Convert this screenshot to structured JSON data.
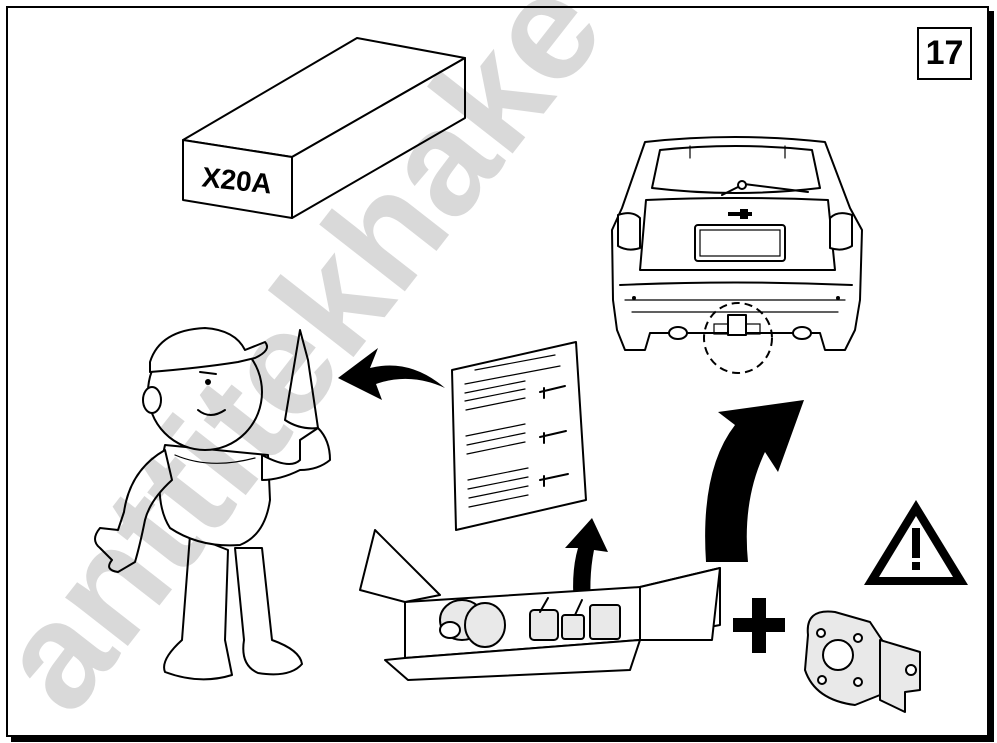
{
  "page_number": "17",
  "box_label": "X20A",
  "watermark": "anttitekhake",
  "icons": {
    "box": "package-box",
    "car": "car-rear-view",
    "person": "mechanic-reading-instructions",
    "manual": "instruction-sheet",
    "kit": "open-parts-box",
    "warning": "warning-triangle",
    "plus": "plus-sign",
    "bracket": "socket-bracket"
  },
  "colors": {
    "ink": "#000000",
    "paper": "#ffffff",
    "watermark": "#d9d9d9"
  }
}
